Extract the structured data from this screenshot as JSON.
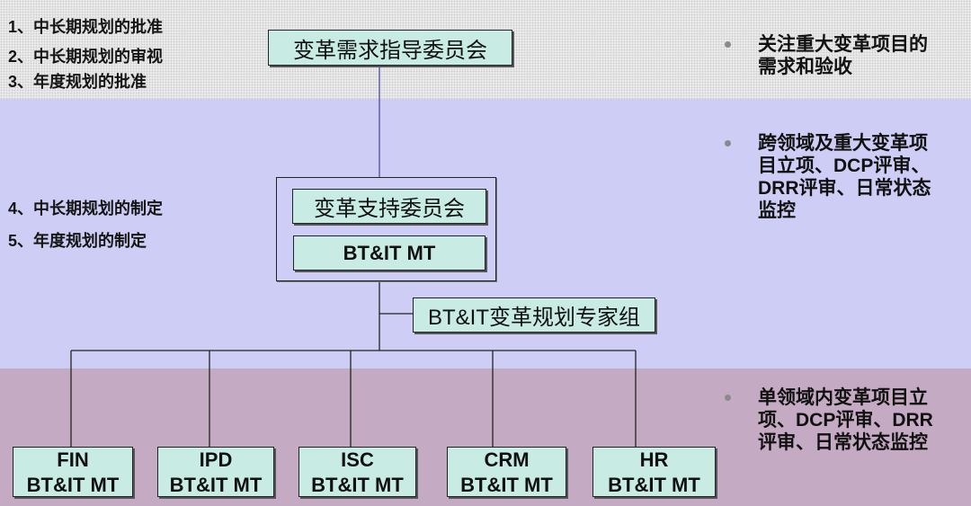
{
  "left_notes": [
    "1、中长期规划的批准",
    "2、中长期规划的审视",
    "3、年度规划的批准",
    "4、中长期规划的制定",
    "5、年度规划的制定"
  ],
  "right_notes": [
    {
      "lines": [
        "关注重大变革项目的",
        "需求和验收"
      ]
    },
    {
      "lines": [
        "跨领域及重大变革项",
        "目立项、DCP评审、",
        "DRR评审、日常状态",
        "监控"
      ]
    },
    {
      "lines": [
        "单领域内变革项目立",
        "项、DCP评审、DRR",
        "评审、日常状态监控"
      ]
    }
  ],
  "nodes": {
    "steering_committee": "变革需求指导委员会",
    "support_committee": "变革支持委员会",
    "btit_mt": "BT&IT MT",
    "expert_group": "BT&IT变革规划专家组",
    "domains": [
      {
        "name": "FIN",
        "team": "BT&IT MT"
      },
      {
        "name": "IPD",
        "team": "BT&IT MT"
      },
      {
        "name": "ISC",
        "team": "BT&IT MT"
      },
      {
        "name": "CRM",
        "team": "BT&IT MT"
      },
      {
        "name": "HR",
        "team": "BT&IT MT"
      }
    ]
  },
  "colors": {
    "band_top": "#ebebeb",
    "band_middle": "#cdcdf5",
    "band_bottom": "#c5aac3",
    "box_fill": "#c8ece3",
    "accent_line": "#4a4aa8"
  }
}
